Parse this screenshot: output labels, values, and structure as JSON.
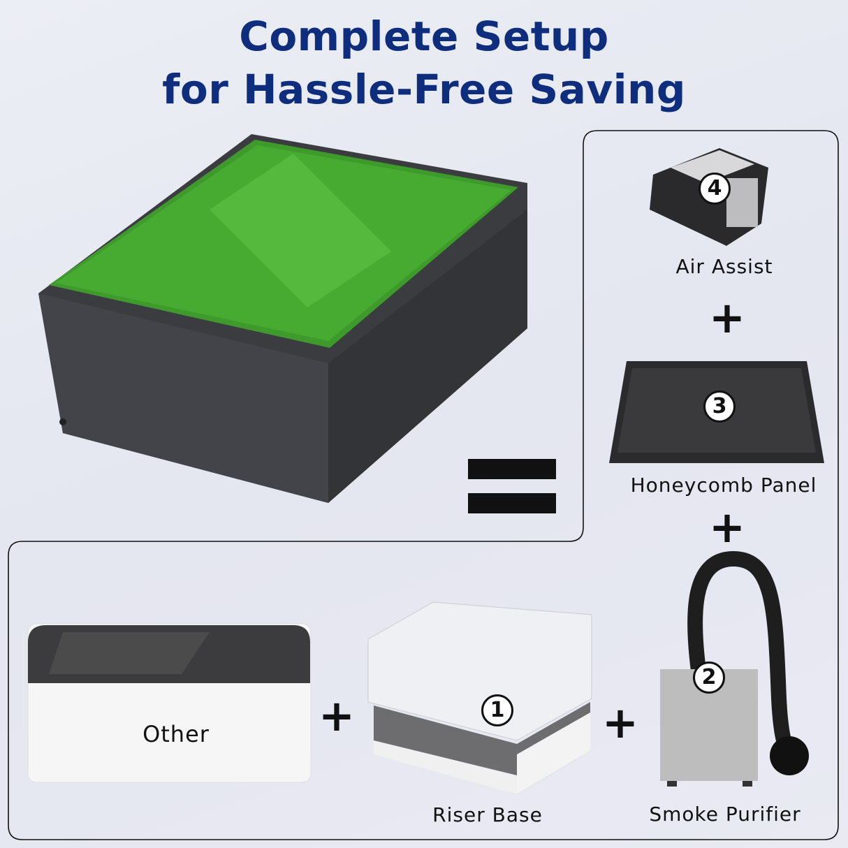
{
  "title": {
    "line1": "Complete Setup",
    "line2": "for Hassle-Free Saving"
  },
  "colors": {
    "title": "#0f2d7d",
    "lid_green": "#3f9a2c",
    "machine_body": "#3a3b3e"
  },
  "items": [
    {
      "number": "4",
      "label": "Air Assist"
    },
    {
      "number": "3",
      "label": "Honeycomb Panel"
    },
    {
      "number": "2",
      "label": "Smoke Purifier"
    },
    {
      "number": "1",
      "label": "Riser Base"
    }
  ],
  "other_label": "Other",
  "plus": "+"
}
